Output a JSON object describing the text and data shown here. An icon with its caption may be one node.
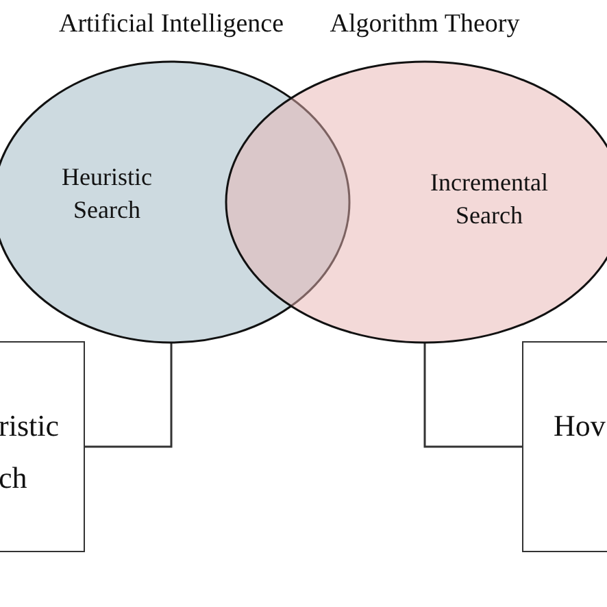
{
  "diagram": {
    "nodes": [
      {
        "text": [
          "Artificial Intelligence",
          "Heuristic Search"
        ]
      },
      {
        "text": [
          "Algorithm Theory",
          "Incremental Search"
        ]
      },
      {
        "text": [
          "ristic ch"
        ]
      },
      {
        "text": [
          "Hov"
        ]
      }
    ],
    "edges": [
      {
        "from": 0,
        "to": 2,
        "arrow": "none"
      },
      {
        "from": 1,
        "to": 3,
        "arrow": "none"
      }
    ]
  }
}
